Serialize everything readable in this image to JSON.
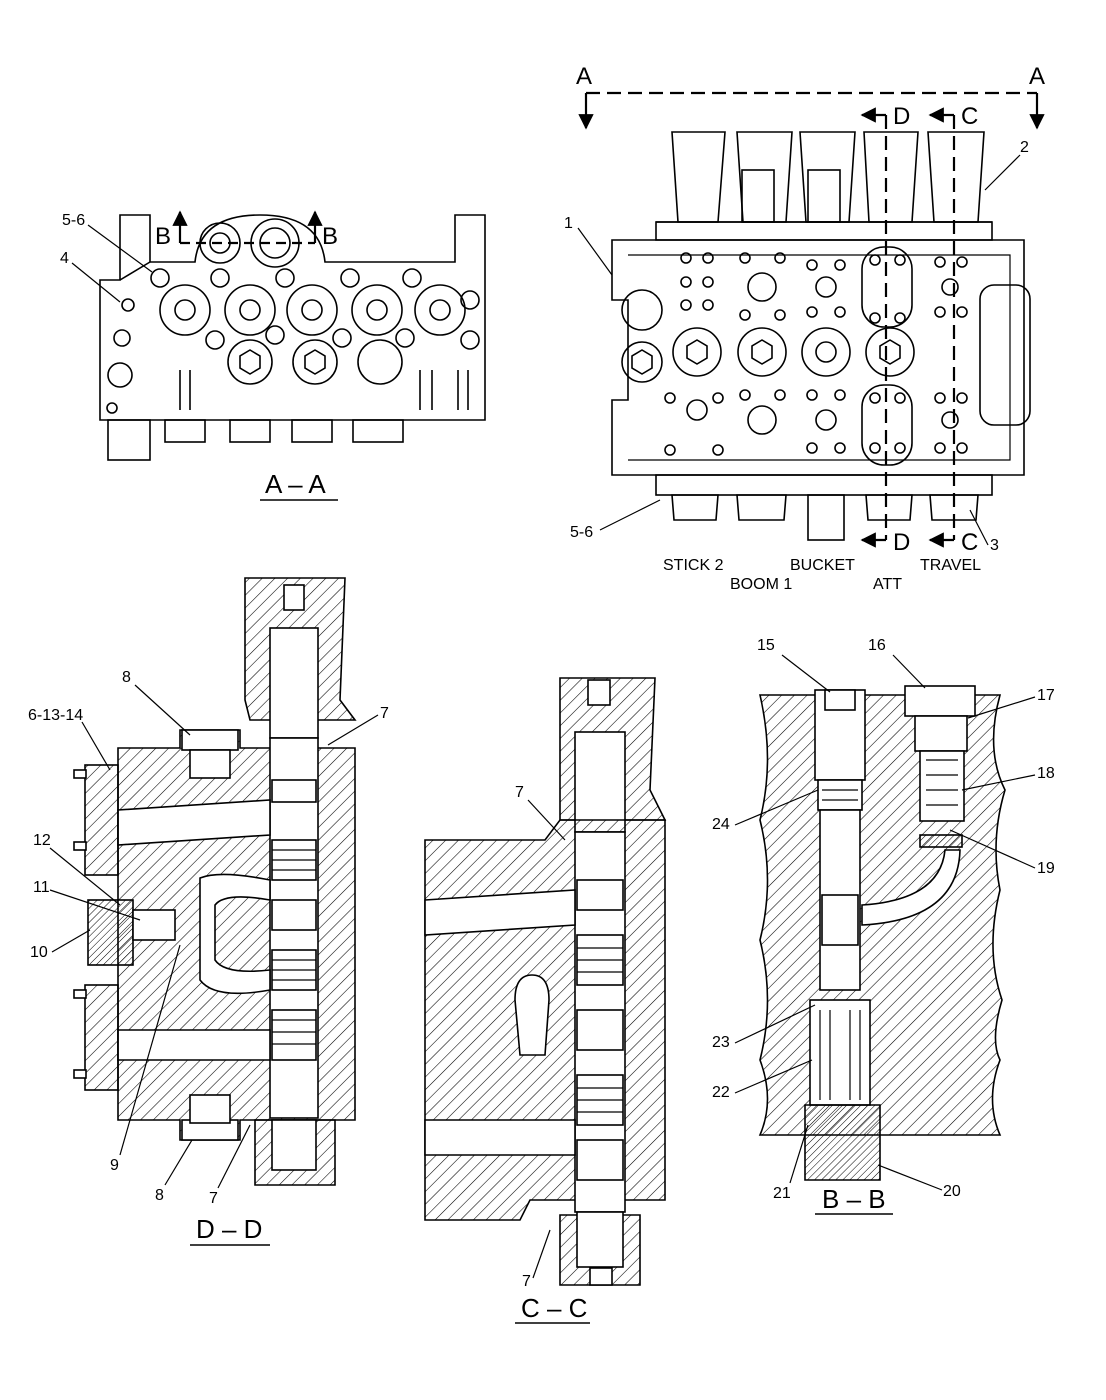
{
  "top_view": {
    "section_a": "A",
    "section_d": "D",
    "section_c": "C",
    "callouts": {
      "body": "1",
      "top_caps": "2",
      "bottom_caps": "3",
      "bolts": "5-6"
    },
    "functions": {
      "stick2": "STICK 2",
      "boom1": "BOOM 1",
      "bucket": "BUCKET",
      "att": "ATT",
      "travel": "TRAVEL"
    }
  },
  "view_aa": {
    "title": "A – A",
    "section_b": "B",
    "callouts": {
      "plug": "4",
      "bolts": "5-6"
    }
  },
  "view_dd": {
    "title": "D – D",
    "callouts": {
      "cover_bolts": "6-13-14",
      "plug_top": "8",
      "plug_bottom": "8",
      "oring_top": "7",
      "oring_bottom": "7",
      "check_poppet": "9",
      "cover": "10",
      "spring": "11",
      "seat": "12"
    }
  },
  "view_cc": {
    "title": "C – C",
    "callouts": {
      "oring_top": "7",
      "oring_bottom": "7"
    }
  },
  "view_bb": {
    "title": "B – B",
    "callouts": {
      "adjuster": "15",
      "plug": "16",
      "oring_plug": "17",
      "spring_sleeve": "18",
      "poppet": "19",
      "relief_plug": "20",
      "oring_relief": "21",
      "relief_spring": "22",
      "relief_poppet": "23",
      "valve_body": "24"
    }
  }
}
